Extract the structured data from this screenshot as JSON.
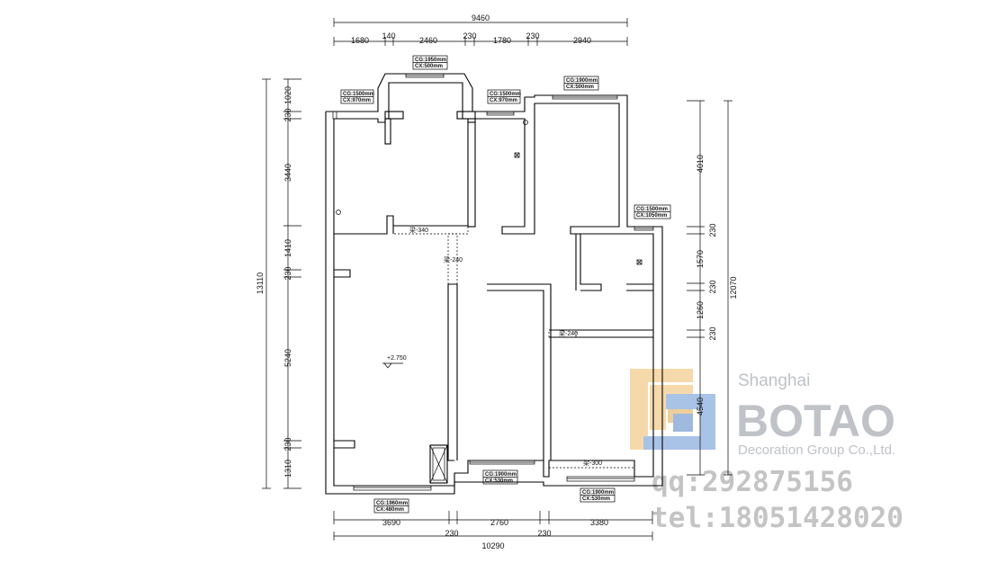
{
  "dimensions": {
    "top_total": "9460",
    "top_segments": [
      "1680",
      "140",
      "2460",
      "230",
      "1780",
      "230",
      "2940"
    ],
    "bottom_total": "10290",
    "bottom_segments": [
      "3690",
      "2760",
      "3380"
    ],
    "bottom_walls": [
      "230",
      "230"
    ],
    "left_total": "13110",
    "left_segments": [
      "1020",
      "230",
      "3440",
      "1410",
      "230",
      "5240",
      "230",
      "1310"
    ],
    "right_total": "12070",
    "right_segments": [
      "4010",
      "230",
      "1570",
      "230",
      "1260",
      "230",
      "4540"
    ]
  },
  "window_tags": [
    {
      "cg": "CG:1950mm",
      "cx": "CX:500mm"
    },
    {
      "cg": "CG:1500mm",
      "cx": "CX:970mm"
    },
    {
      "cg": "CG:1500mm",
      "cx": "CX:970mm"
    },
    {
      "cg": "CG:1900mm",
      "cx": "CX:500mm"
    },
    {
      "cg": "CG:1500mm",
      "cx": "CX:1050mm"
    },
    {
      "cg": "CG:1960mm",
      "cx": "CX:480mm"
    },
    {
      "cg": "CG:1900mm",
      "cx": "CX:530mm"
    },
    {
      "cg": "CG:1900mm",
      "cx": "CX:530mm"
    }
  ],
  "beams": [
    "梁-340",
    "梁-240",
    "梁-240",
    "梁-300"
  ],
  "elevation": "+2.750",
  "watermark": {
    "city": "Shanghai",
    "brand": "BOTAO",
    "company": "Decoration Group Co.,Ltd.",
    "qq": "qq:292875156",
    "tel": "tel:18051428020",
    "logo_colors": [
      "#f5d7a8",
      "#a9c3e6"
    ]
  }
}
